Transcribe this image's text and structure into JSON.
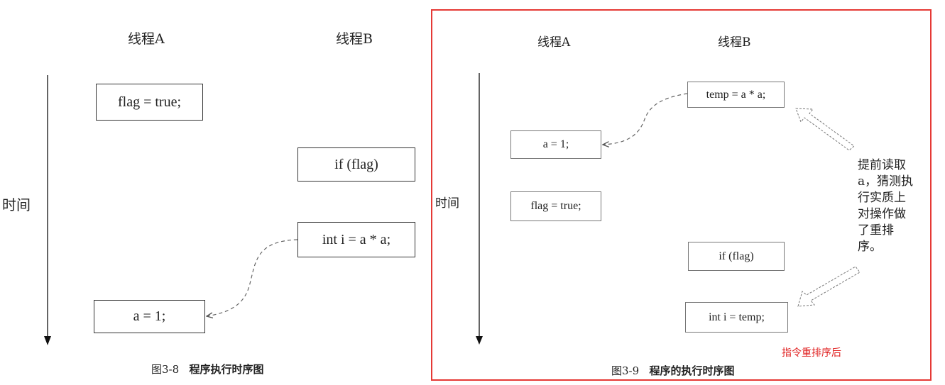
{
  "fig8": {
    "thread_a": "线程A",
    "thread_b": "线程B",
    "time": "时间",
    "boxes": {
      "flag_true": "flag = true;",
      "if_flag": "if (flag)",
      "int_i": "int i = a * a;",
      "a_eq_1": "a = 1;"
    },
    "caption_num": "图3-8",
    "caption_title": "程序执行时序图"
  },
  "fig9": {
    "thread_a": "线程A",
    "thread_b": "线程B",
    "time": "时间",
    "boxes": {
      "temp": "temp = a * a;",
      "a_eq_1": "a = 1;",
      "flag_true": "flag = true;",
      "if_flag": "if (flag)",
      "int_i_temp": "int i = temp;"
    },
    "note": "提前读取a，猜测执行实质上对操作做了重排序。",
    "caption_num": "图3-9",
    "caption_title": "程序的执行时序图",
    "red_note": "指令重排序后"
  },
  "colors": {
    "frame": "#e53935",
    "red_text": "#e02020"
  }
}
